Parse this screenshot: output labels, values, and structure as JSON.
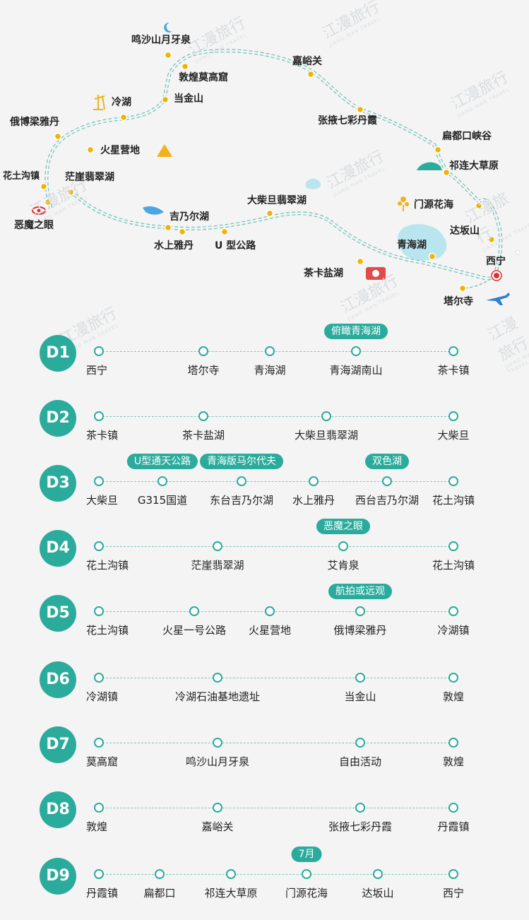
{
  "watermark": {
    "text": "江漫旅行",
    "sub": "JIANG MAN TRAVEL"
  },
  "map": {
    "places": [
      {
        "id": "mingsha",
        "label": "鸣沙山月牙泉"
      },
      {
        "id": "dunhuang",
        "label": "敦煌莫高窟"
      },
      {
        "id": "jiayuguan",
        "label": "嘉峪关"
      },
      {
        "id": "lenghu",
        "label": "冷湖"
      },
      {
        "id": "dangjin",
        "label": "当金山"
      },
      {
        "id": "zhangye",
        "label": "张掖七彩丹霞"
      },
      {
        "id": "ebo",
        "label": "俄博梁雅丹"
      },
      {
        "id": "huoxing",
        "label": "火星营地"
      },
      {
        "id": "biandukou",
        "label": "扁都口峡谷"
      },
      {
        "id": "qilian",
        "label": "祁连大草原"
      },
      {
        "id": "huatugou",
        "label": "花土沟镇"
      },
      {
        "id": "mangya",
        "label": "茫崖翡翠湖"
      },
      {
        "id": "emo",
        "label": "恶魔之眼"
      },
      {
        "id": "dachaidan",
        "label": "大柴旦翡翠湖"
      },
      {
        "id": "menyuan",
        "label": "门源花海"
      },
      {
        "id": "jinaier",
        "label": "吉乃尔湖"
      },
      {
        "id": "dabanshan",
        "label": "达坂山"
      },
      {
        "id": "shuishang",
        "label": "水上雅丹"
      },
      {
        "id": "ugong",
        "label": "U 型公路"
      },
      {
        "id": "qinghai",
        "label": "青海湖"
      },
      {
        "id": "xining",
        "label": "西宁"
      },
      {
        "id": "chaka",
        "label": "茶卡盐湖"
      },
      {
        "id": "taer",
        "label": "塔尔寺"
      }
    ]
  },
  "days": [
    {
      "label": "D1",
      "stops": [
        "西宁",
        "塔尔寺",
        "青海湖",
        "青海湖南山",
        "茶卡镇"
      ],
      "notes": [
        {
          "text": "俯瞰青海湖",
          "at": 3
        }
      ]
    },
    {
      "label": "D2",
      "stops": [
        "茶卡镇",
        "茶卡盐湖",
        "大柴旦翡翠湖",
        "大柴旦"
      ],
      "notes": []
    },
    {
      "label": "D3",
      "stops": [
        "大柴旦",
        "G315国道",
        "东台吉乃尔湖",
        "水上雅丹",
        "西台吉乃尔湖",
        "花土沟镇"
      ],
      "notes": [
        {
          "text": "U型通天公路",
          "at": 1
        },
        {
          "text": "青海版马尔代夫",
          "at": 2
        },
        {
          "text": "双色湖",
          "at": 4
        }
      ]
    },
    {
      "label": "D4",
      "stops": [
        "花土沟镇",
        "茫崖翡翠湖",
        "艾肯泉",
        "花土沟镇"
      ],
      "notes": [
        {
          "text": "恶魔之眼",
          "at": 2
        }
      ]
    },
    {
      "label": "D5",
      "stops": [
        "花土沟镇",
        "火星一号公路",
        "火星营地",
        "俄博梁雅丹",
        "冷湖镇"
      ],
      "notes": [
        {
          "text": "航拍或远观",
          "at": 3
        }
      ]
    },
    {
      "label": "D6",
      "stops": [
        "冷湖镇",
        "冷湖石油基地遗址",
        "当金山",
        "敦煌"
      ],
      "notes": []
    },
    {
      "label": "D7",
      "stops": [
        "莫高窟",
        "鸣沙山月牙泉",
        "自由活动",
        "敦煌"
      ],
      "notes": []
    },
    {
      "label": "D8",
      "stops": [
        "敦煌",
        "嘉峪关",
        "张掖七彩丹霞",
        "丹霞镇"
      ],
      "notes": []
    },
    {
      "label": "D9",
      "stops": [
        "丹霞镇",
        "扁都口",
        "祁连大草原",
        "门源花海",
        "达坂山",
        "西宁"
      ],
      "notes": [
        {
          "text": "7月",
          "at": 3
        }
      ]
    }
  ]
}
